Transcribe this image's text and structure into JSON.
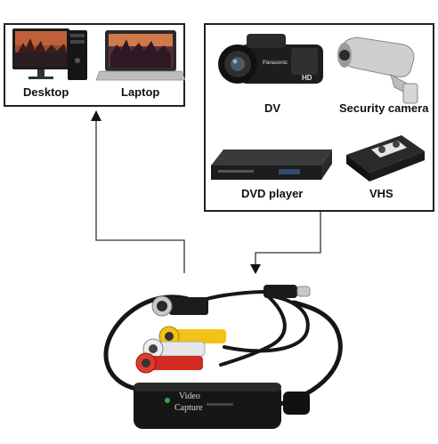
{
  "computers": {
    "desktop_label": "Desktop",
    "laptop_label": "Laptop"
  },
  "sources": {
    "dv_label": "DV",
    "camera_label": "Security camera",
    "dvd_label": "DVD player",
    "vhs_label": "VHS"
  },
  "device": {
    "brand_line1": "Video",
    "brand_line2": "Capture",
    "camcorder_brand": "Panasonic",
    "camcorder_hd": "HD"
  },
  "colors": {
    "frame": "#222222",
    "rca_yellow": "#f2c218",
    "rca_red": "#d32a22",
    "rca_white": "#e6e6e6",
    "cable": "#161616"
  }
}
